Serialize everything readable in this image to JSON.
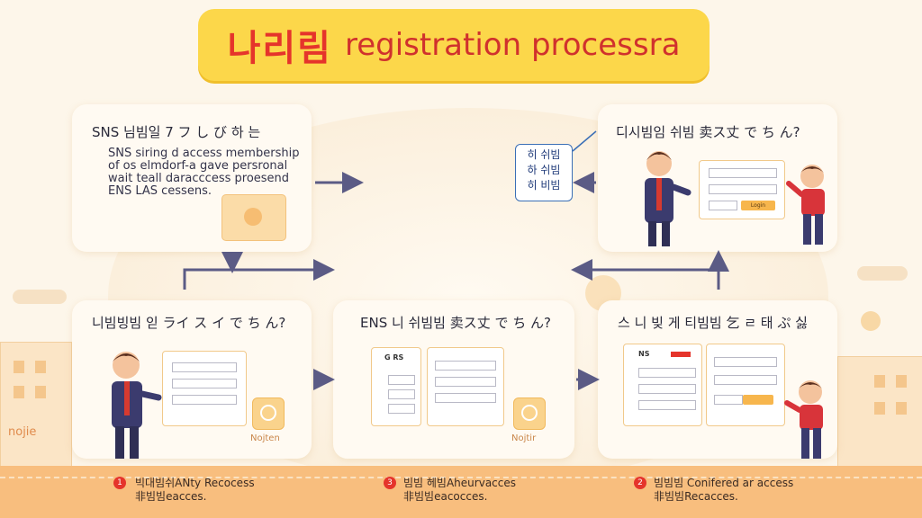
{
  "title": {
    "korean": "나리림",
    "english": "registration processra"
  },
  "cards": {
    "sns_login": {
      "title": "SNS 님빔일 7 フ し び 하 는",
      "desc": [
        "SNS siring d access membership",
        "of os elmdorf-a gave persronal",
        "wait teall daracccess proesend",
        "ENS LAS cessens."
      ]
    },
    "top_right": {
      "title": "디시빔임 쉬빔 卖ス丈 で ち ん?",
      "form": {
        "button": "Login"
      }
    },
    "mid_left": {
      "title": "니빔빙빔 읻 ライ ス イ で ち ん?",
      "app_name": "Nojten"
    },
    "mid_center": {
      "title": "ENS 니 쉬빔빔 卖ス丈 で ち ん?",
      "brand": "G RS",
      "app_name": "Nojtir"
    },
    "mid_right": {
      "title": "스 니 빚 게 티빔빔 乞 ㄹ 태 ぷ 싫",
      "brand": "NS"
    }
  },
  "callout": {
    "lines": [
      "히 쉬빔",
      "하 쉬빔",
      "히 비빔"
    ]
  },
  "building_label": "nojie",
  "footer": [
    {
      "num": "1",
      "line1": "빅대빔쉬ANty Recocess",
      "line2": "非빔빔eacces."
    },
    {
      "num": "3",
      "line1": "빔빔 헤빔Aheurvacces",
      "line2": "非빔빔eacocces."
    },
    {
      "num": "2",
      "line1": "빔빔빔 Conifered ar access",
      "line2": "非빔빔Recacces."
    }
  ],
  "colors": {
    "accent_yellow": "#fcd74a",
    "title_red": "#e5342b",
    "arrow": "#5b5b85",
    "footer": "#f8be7e"
  }
}
